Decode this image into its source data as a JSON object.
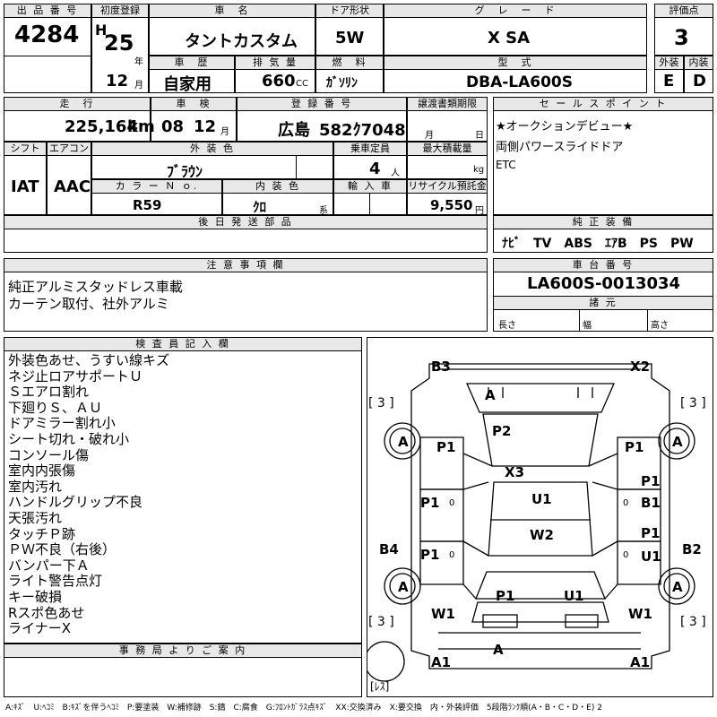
{
  "hdr": {
    "lot_no": "出 品 番 号",
    "first_reg": "初度登録",
    "car_name": "車　名",
    "door": "ドア形状",
    "grade": "グ　レ　ー　ド",
    "score": "評価点",
    "history": "車　歴",
    "displacement": "排 気 量",
    "fuel": "燃　料",
    "model": "型　式",
    "ext": "外装",
    "int": "内装",
    "mileage": "走　行",
    "inspection": "車　検",
    "reg_no": "登 録 番 号",
    "doc_date": "譲渡書類期限",
    "sales_point": "セ ー ル ス ポ イ ン ト",
    "shift": "シフト",
    "ac": "エアコン",
    "color": "外 装 色",
    "capacity": "乗車定員",
    "max_load": "最大積載量",
    "color_no": "カ ラ ー Ｎ ｏ.",
    "int_color": "内 装 色",
    "import": "輸 入 車",
    "recycle": "リサイクル預託金",
    "later_parts": "後 日 発 送 部 品",
    "equipment": "純 正 装 備",
    "notes": "注 意 事 項 欄",
    "chassis": "車 台 番 号",
    "dims": "諸 元",
    "inspector": "検 査 員 記 入 欄",
    "office": "事 務 局 よ り ご 案 内"
  },
  "car": {
    "lot_number": "4284",
    "era": "H",
    "year": "25",
    "year_unit": "年",
    "month": "12",
    "month_unit": "月",
    "name": "タントカスタム",
    "door": "5W",
    "grade": "X SA",
    "score": "3",
    "history": "自家用",
    "displacement": "660",
    "cc": "CC",
    "fuel": "ｶﾞｿﾘﾝ",
    "model": "DBA-LA600S",
    "ext_score": "E",
    "int_score": "D",
    "mileage": "225,164",
    "km": "km",
    "insp_year": "08",
    "insp_month": "12",
    "insp_month_unit": "月",
    "reg_area": "広島",
    "reg_num": "582ｸ7048",
    "doc_month_unit": "月",
    "doc_day_unit": "日",
    "shift": "IAT",
    "ac": "AAC",
    "color": "ﾌﾞﾗｳﾝ",
    "capacity": "4",
    "capacity_unit": "人",
    "load_unit": "kg",
    "color_no": "R59",
    "int_color": "ｸﾛ",
    "int_color_unit": "系",
    "recycle": "9,550",
    "recycle_unit": "円",
    "equipment": "ﾅﾋﾞ　TV　ABS　ｴｱB　PS　PW",
    "chassis_number": "LA600S-0013034",
    "len": "長さ",
    "wid": "幅",
    "hei": "高さ"
  },
  "sales_points": [
    "★オークションデビュー★",
    "両側パワースライドドア",
    "ETC"
  ],
  "notes": [
    "純正アルミスタッドレス車載",
    "カーテン取付、社外アルミ"
  ],
  "inspector_notes": [
    "外装色あせ、うすい線キズ",
    "ネジ止ロアサポートＵ",
    "Ｓエアロ割れ",
    "下廻りＳ、ＡＵ",
    "ドアミラー割れ小",
    "シート切れ・破れ小",
    "コンソール傷",
    "室内内張傷",
    "室内汚れ",
    "ハンドルグリップ不良",
    "天張汚れ",
    "タッチＰ跡",
    "ＰＷ不良（右後）",
    "バンパー下Ａ",
    "ライト警告点灯",
    "キー破損",
    "Rスポ色あせ",
    "ライナーX"
  ],
  "legend": "A:ｷｽﾞ　U:ﾍｺﾐ　B:ｷｽﾞを伴うﾍｺﾐ　P:要塗装　W:補修跡　S:錆　C:腐食　G:ﾌﾛﾝﾄｶﾞﾗｽ点ｷｽﾞ　XX:交換済み　X:要交換　内・外装評価　5段階ﾗﾝｸ順(A・B・C・D・E) 2",
  "diagram": {
    "B3": "B3",
    "X2": "X2",
    "A_windshield": "A",
    "P2": "P2",
    "X3": "X3",
    "U1_roof": "U1",
    "W2": "W2",
    "P1_fl": "P1",
    "P1_fr": "P1",
    "P1_ml": "P1",
    "P1_mr": "P1",
    "B1": "B1",
    "P1_rl": "P1",
    "P1_rr": "P1",
    "U1_rr": "U1",
    "B4": "B4",
    "B2": "B2",
    "P1_rear": "P1",
    "U1_rear": "U1",
    "W1_l": "W1",
    "W1_r": "W1",
    "A_bumper": "A",
    "A1_l": "A1",
    "A1_r": "A1",
    "wheel_fl": "A",
    "wheel_fr": "A",
    "wheel_rl": "A",
    "wheel_rr": "A",
    "tire_fl": "[ 3 ]",
    "tire_fr": "[ 3 ]",
    "tire_rl": "[ 3 ]",
    "tire_rr": "[ 3 ]",
    "zero": "0",
    "spare": "[ﾚｽ]"
  }
}
